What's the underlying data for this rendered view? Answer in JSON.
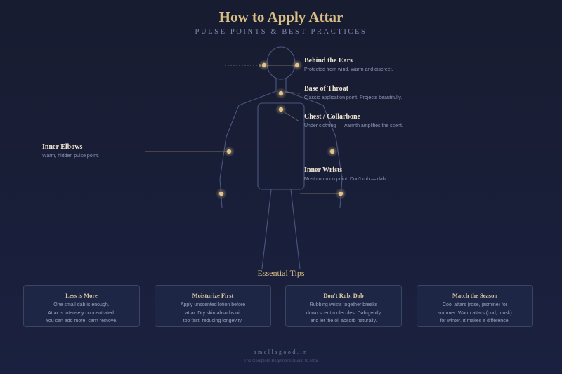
{
  "header": {
    "title": "How to Apply Attar",
    "subtitle": "PULSE POINTS & BEST PRACTICES"
  },
  "points": [
    {
      "title": "Behind the Ears",
      "desc": "Protected from wind. Warm and discreet."
    },
    {
      "title": "Base of Throat",
      "desc": "Classic application point. Projects beautifully."
    },
    {
      "title": "Chest / Collarbone",
      "desc": "Under clothing — warmth amplifies the scent."
    },
    {
      "title": "Inner Elbows",
      "desc": "Warm, hidden pulse point."
    },
    {
      "title": "Inner Wrists",
      "desc": "Most common point. Don't rub — dab."
    }
  ],
  "colors": {
    "accent": "#d9be86",
    "figure": "#4a5780",
    "dot": "#e2c488"
  },
  "tips": {
    "title": "Essential Tips",
    "cards": [
      {
        "title": "Less is More",
        "lines": [
          "One small dab is enough.",
          "Attar is intensely concentrated.",
          "You can add more, can't remove."
        ]
      },
      {
        "title": "Moisturize First",
        "lines": [
          "Apply unscented lotion before",
          "attar. Dry skin absorbs oil",
          "too fast, reducing longevity."
        ]
      },
      {
        "title": "Don't Rub, Dab",
        "lines": [
          "Rubbing wrists together breaks",
          "down scent molecules. Dab gently",
          "and let the oil absorb naturally."
        ]
      },
      {
        "title": "Match the Season",
        "lines": [
          "Cool attars (rose, jasmine) for",
          "summer. Warm attars (oud, musk)",
          "for winter. It makes a difference."
        ]
      }
    ]
  },
  "footer": {
    "brand": "smellsgood.in",
    "tagline": "The Complete Beginner's Guide to Attar"
  }
}
